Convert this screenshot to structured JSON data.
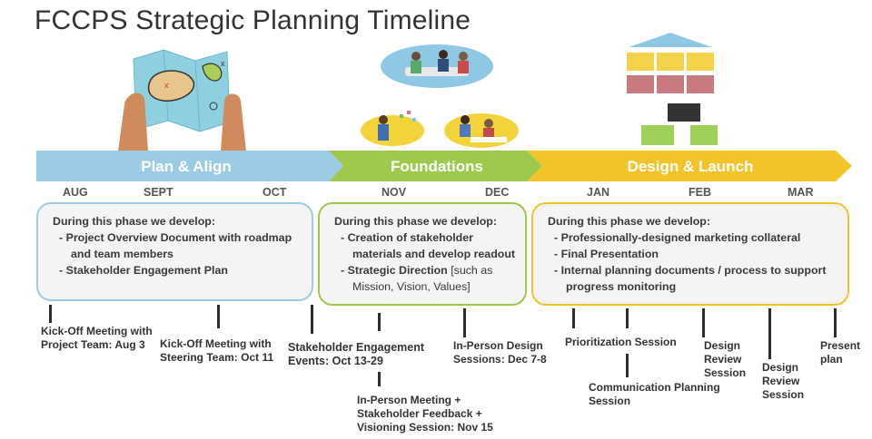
{
  "title": "FCCPS Strategic Planning Timeline",
  "colors": {
    "blue": "#9ccbe6",
    "green": "#9ec94d",
    "yellow": "#f4c32a"
  },
  "phases": [
    {
      "label": "Plan & Align"
    },
    {
      "label": "Foundations"
    },
    {
      "label": "Design & Launch"
    }
  ],
  "months": [
    "AUG",
    "SEPT",
    "OCT",
    "NOV",
    "DEC",
    "JAN",
    "FEB",
    "MAR"
  ],
  "boxes": {
    "plan": {
      "heading": "During this phase we develop:",
      "items": [
        "- Project Overview Document with roadmap and team members",
        "- Stakeholder Engagement Plan"
      ]
    },
    "foundations": {
      "heading": "During this phase we develop:",
      "item1": "- Creation of stakeholder materials and develop readout",
      "item2_bold": "- Strategic Direction",
      "item2_normal": " [such as Mission, Vision, Values]"
    },
    "design": {
      "heading": "During this phase we develop:",
      "items": [
        "- Professionally-designed marketing collateral",
        "- Final Presentation",
        "- Internal planning documents / process to support progress monitoring"
      ]
    }
  },
  "events": [
    "Kick-Off Meeting with Project Team: Aug 3",
    "Kick-Off Meeting with Steering Team: Oct 11",
    "Stakeholder Engagement Events: Oct 13-29",
    "In-Person Meeting + Stakeholder Feedback + Visioning Session: Nov 15",
    "In-Person Design Sessions: Dec 7-8",
    "Prioritization Session",
    "Communication Planning Session",
    "Design Review Session",
    "Design Review Session",
    "Present plan"
  ],
  "icons": [
    "map-illustration-icon",
    "meeting-illustration-icon",
    "collaboration-illustration-icon",
    "teamwork-illustration-icon",
    "structure-blocks-icon"
  ]
}
